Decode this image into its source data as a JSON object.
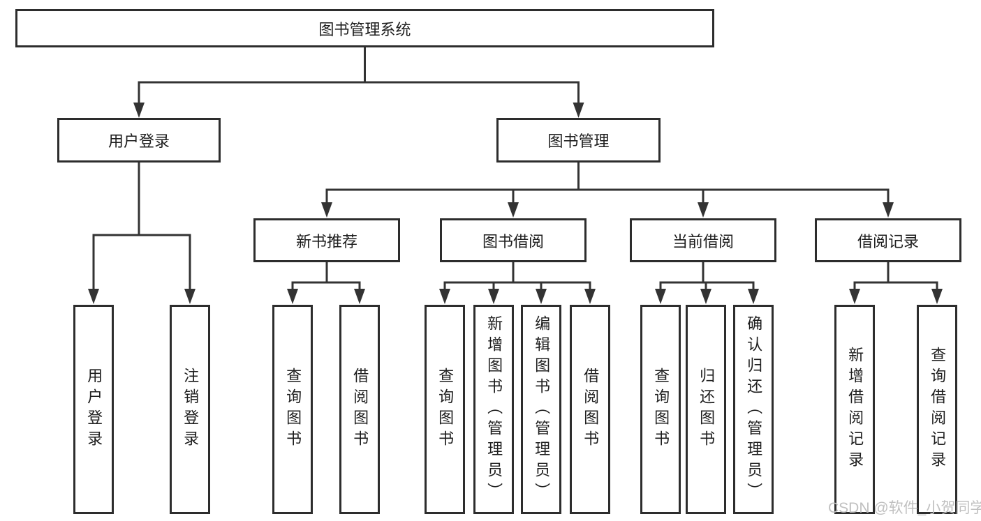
{
  "palette": {
    "background": "#ffffff",
    "line": "#333333",
    "box_border": "#2d2d2d",
    "box_fill": "#ffffff",
    "text": "#1e1e1e",
    "watermark_color": "#c0c0c0"
  },
  "watermark": {
    "text": "CSDN @软件_小贺同学"
  },
  "nodes": {
    "root": {
      "label": "图书管理系统"
    },
    "level1": [
      {
        "label": "用户登录"
      },
      {
        "label": "图书管理"
      }
    ],
    "level2": [
      {
        "label": "新书推荐",
        "parent": "图书管理"
      },
      {
        "label": "图书借阅",
        "parent": "图书管理"
      },
      {
        "label": "当前借阅",
        "parent": "图书管理"
      },
      {
        "label": "借阅记录",
        "parent": "图书管理"
      }
    ],
    "leaf_groups": [
      {
        "parent": "用户登录",
        "items": [
          {
            "label": "用户登录"
          },
          {
            "label": "注销登录"
          }
        ]
      },
      {
        "parent": "新书推荐",
        "items": [
          {
            "label": "查询图书"
          },
          {
            "label": "借阅图书"
          }
        ]
      },
      {
        "parent": "图书借阅",
        "items": [
          {
            "label": "查询图书"
          },
          {
            "label": "新增图书（管理员）"
          },
          {
            "label": "编辑图书（管理员）"
          },
          {
            "label": "借阅图书"
          }
        ]
      },
      {
        "parent": "当前借阅",
        "items": [
          {
            "label": "查询图书"
          },
          {
            "label": "归还图书"
          },
          {
            "label": "确认归还（管理员）"
          }
        ]
      },
      {
        "parent": "借阅记录",
        "items": [
          {
            "label": "新增借阅记录"
          },
          {
            "label": "查询借阅记录"
          }
        ]
      }
    ]
  }
}
